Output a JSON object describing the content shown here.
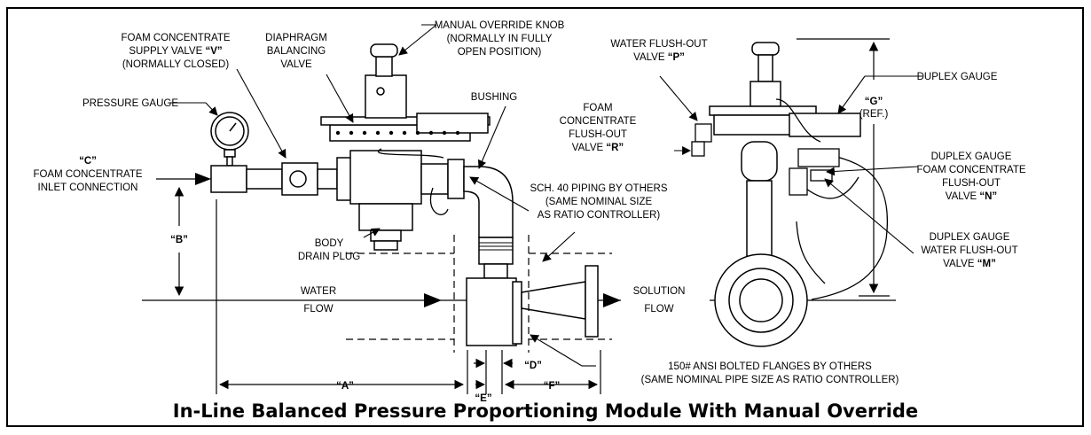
{
  "title": "In-Line Balanced Pressure Proportioning Module With Manual Override",
  "labels": {
    "manual_override_1": "MANUAL OVERRIDE KNOB",
    "manual_override_2": "(NORMALLY IN FULLY",
    "manual_override_3": "OPEN POSITION)",
    "foam_supply_1": "FOAM CONCENTRATE",
    "foam_supply_2": "SUPPLY VALVE ",
    "foam_supply_2b": "“V”",
    "foam_supply_3": "(NORMALLY CLOSED)",
    "diaphragm_1": "DIAPHRAGM",
    "diaphragm_2": "BALANCING",
    "diaphragm_3": "VALVE",
    "pressure_gauge": "PRESSURE GAUGE",
    "bushing": "BUSHING",
    "c_code": "“C”",
    "c_1": "FOAM CONCENTRATE",
    "c_2": "INLET CONNECTION",
    "b_code": "“B”",
    "sch_1": "SCH. 40 PIPING BY OTHERS",
    "sch_2": "(SAME NOMINAL SIZE",
    "sch_3": "AS RATIO CONTROLLER)",
    "body_1": "BODY",
    "body_2": "DRAIN PLUG",
    "water_1": "WATER",
    "water_2": "FLOW",
    "solution_1": "SOLUTION",
    "solution_2": "FLOW",
    "d_code": "“D”",
    "a_code": "“A”",
    "e_code": "“E”",
    "f_code": "“F”",
    "flanges_1": "150# ANSI BOLTED FLANGES BY OTHERS",
    "flanges_2": "(SAME NOMINAL PIPE SIZE AS RATIO CONTROLLER)",
    "flush_p_1": "WATER FLUSH-OUT",
    "flush_p_2": "VALVE ",
    "flush_p_2b": "“P”",
    "flush_r_1": "FOAM",
    "flush_r_2": "CONCENTRATE",
    "flush_r_3": "FLUSH-OUT",
    "flush_r_4": "VALVE ",
    "flush_r_4b": "“R”",
    "duplex": "DUPLEX GAUGE",
    "n_1": "DUPLEX GAUGE",
    "n_2": "FOAM CONCENTRATE",
    "n_3": "FLUSH-OUT",
    "n_4": "VALVE ",
    "n_4b": "“N”",
    "m_1": "DUPLEX GAUGE",
    "m_2": "WATER FLUSH-OUT",
    "m_3": "VALVE ",
    "m_3b": "“M”",
    "g_code": "“G”",
    "g_ref": "(REF.)"
  }
}
